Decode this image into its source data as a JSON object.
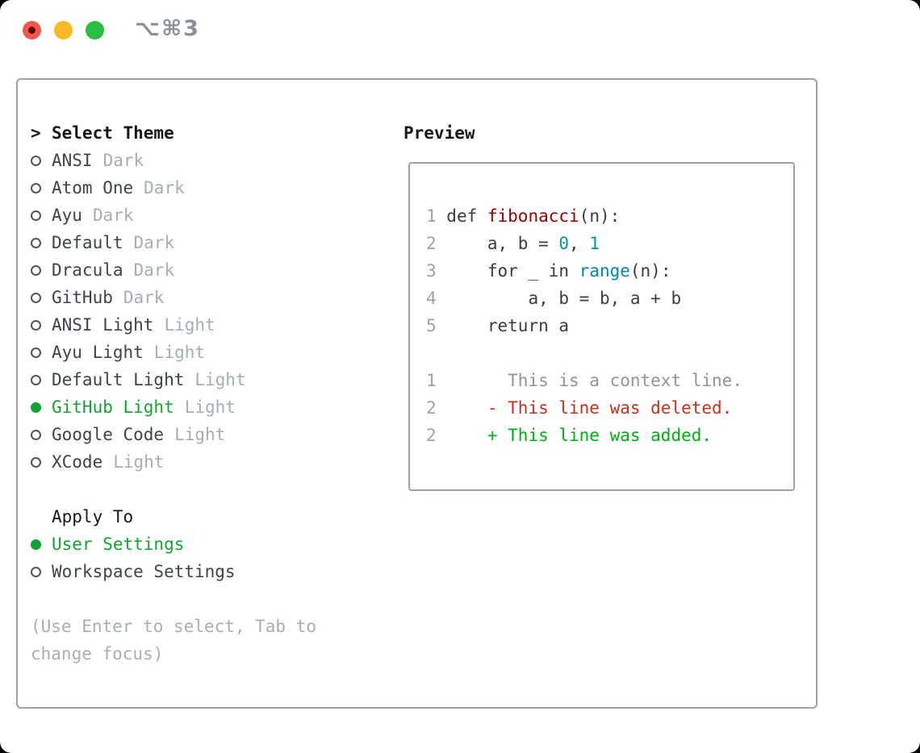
{
  "titlebar": {
    "title": "⌥⌘3",
    "buttons": [
      "close",
      "minimize",
      "zoom"
    ]
  },
  "colors": {
    "accent_green": "#12a433",
    "border_gray": "#9aa1ac",
    "header_dark": "#16181d",
    "name_dark": "#3d434b",
    "tag_gray": "#a6adb8",
    "circle_gray": "#50565e",
    "help_gray": "#a7aeb9",
    "line_num": "#9aa2ad",
    "code_plain": "#383d45",
    "syn_title": "#990000",
    "syn_number": "#009999",
    "syn_builtin": "#0086b3",
    "diff_ctx": "#8e959e",
    "diff_del": "#c5311f",
    "diff_add": "#00b012",
    "traffic_red": "#f4564f",
    "traffic_red_dot": "#5e0a0a",
    "traffic_yellow": "#fcb827",
    "traffic_green": "#2bbd41",
    "title_gray": "#8a9099"
  },
  "theme_panel": {
    "header_prefix": ">",
    "header": "Select Theme",
    "items": [
      {
        "name": "ANSI",
        "tag": "Dark",
        "selected": false
      },
      {
        "name": "Atom One",
        "tag": "Dark",
        "selected": false
      },
      {
        "name": "Ayu",
        "tag": "Dark",
        "selected": false
      },
      {
        "name": "Default",
        "tag": "Dark",
        "selected": false
      },
      {
        "name": "Dracula",
        "tag": "Dark",
        "selected": false
      },
      {
        "name": "GitHub",
        "tag": "Dark",
        "selected": false
      },
      {
        "name": "ANSI Light",
        "tag": "Light",
        "selected": false
      },
      {
        "name": "Ayu Light",
        "tag": "Light",
        "selected": false
      },
      {
        "name": "Default Light",
        "tag": "Light",
        "selected": false
      },
      {
        "name": "GitHub Light",
        "tag": "Light",
        "selected": true
      },
      {
        "name": "Google Code",
        "tag": "Light",
        "selected": false
      },
      {
        "name": "XCode",
        "tag": "Light",
        "selected": false
      }
    ]
  },
  "apply_to": {
    "header": "Apply To",
    "options": [
      {
        "name": "User Settings",
        "selected": true
      },
      {
        "name": "Workspace Settings",
        "selected": false
      }
    ]
  },
  "help_text": "(Use Enter to select, Tab to change focus)",
  "preview": {
    "header": "Preview",
    "blocks": [
      {
        "kind": "code",
        "lines": [
          {
            "num": "1",
            "segments": [
              {
                "t": " def ",
                "c": "plain"
              },
              {
                "t": "fibonacci",
                "c": "title"
              },
              {
                "t": "(n):",
                "c": "plain"
              }
            ]
          },
          {
            "num": "2",
            "segments": [
              {
                "t": "     a, b = ",
                "c": "plain"
              },
              {
                "t": "0",
                "c": "number"
              },
              {
                "t": ", ",
                "c": "plain"
              },
              {
                "t": "1",
                "c": "number"
              }
            ]
          },
          {
            "num": "3",
            "segments": [
              {
                "t": "     for _ in ",
                "c": "plain"
              },
              {
                "t": "range",
                "c": "builtin"
              },
              {
                "t": "(n):",
                "c": "plain"
              }
            ]
          },
          {
            "num": "4",
            "segments": [
              {
                "t": "         a, b = b, a + b",
                "c": "plain"
              }
            ]
          },
          {
            "num": "5",
            "segments": [
              {
                "t": "     return a",
                "c": "plain"
              }
            ]
          }
        ]
      },
      {
        "kind": "diff",
        "lines": [
          {
            "num": "1",
            "segments": [
              {
                "t": "       This is a context line.",
                "c": "ctx"
              }
            ]
          },
          {
            "num": "2",
            "segments": [
              {
                "t": "     - This line was deleted.",
                "c": "del"
              }
            ]
          },
          {
            "num": "2",
            "segments": [
              {
                "t": "     + This line was added.",
                "c": "add"
              }
            ]
          }
        ]
      }
    ]
  }
}
